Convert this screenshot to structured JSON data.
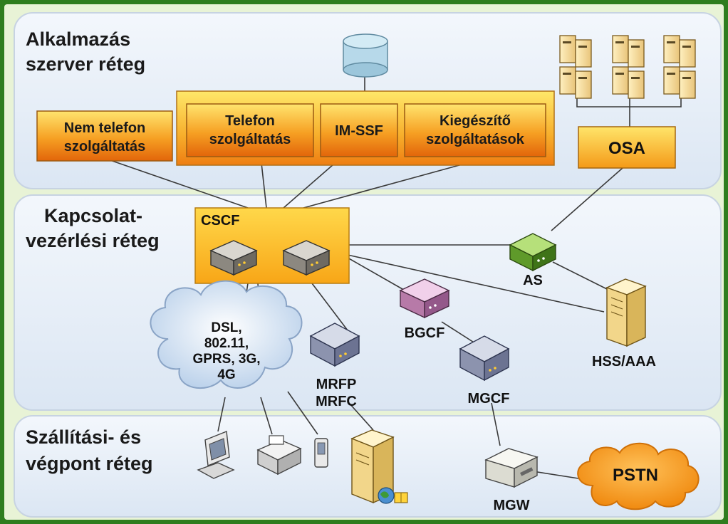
{
  "layers": {
    "application": {
      "title_line1": "Alkalmazás",
      "title_line2": "szerver réteg"
    },
    "control": {
      "title_line1": "Kapcsolat-",
      "title_line2": "vezérlési réteg"
    },
    "transport": {
      "title_line1": "Szállítási- és",
      "title_line2": "végpont réteg"
    }
  },
  "services": {
    "non_telephony": {
      "line1": "Nem telefon",
      "line2": "szolgáltatás"
    },
    "telephony": {
      "line1": "Telefon",
      "line2": "szolgáltatás"
    },
    "im_ssf": "IM-SSF",
    "supplementary": {
      "line1": "Kiegészítő",
      "line2": "szolgáltatások"
    },
    "osa": "OSA"
  },
  "nodes": {
    "cscf": "CSCF",
    "as": "AS",
    "bgcf": "BGCF",
    "hss": "HSS/AAA",
    "mrfp": "MRFP",
    "mrfc": "MRFC",
    "mgcf": "MGCF",
    "mgw": "MGW"
  },
  "access_cloud": {
    "line1": "DSL,",
    "line2": "802.11,",
    "line3": "GPRS, 3G,",
    "line4": "4G"
  },
  "pstn": "PSTN",
  "colors": {
    "border": "#2e7d1e",
    "layer_fill": "#e6eef8",
    "service_gradient_top": "#ffe06a",
    "service_gradient_bottom": "#e8720c",
    "cscf_fill": "#ffc42a",
    "database": "#b7d9ea",
    "pstn_cloud": "#f7a21b"
  },
  "icons": [
    "database-icon",
    "server-rack-icon",
    "router-icon",
    "cloud-icon",
    "computer-icon",
    "fax-icon",
    "phone-icon",
    "web-server-icon"
  ]
}
